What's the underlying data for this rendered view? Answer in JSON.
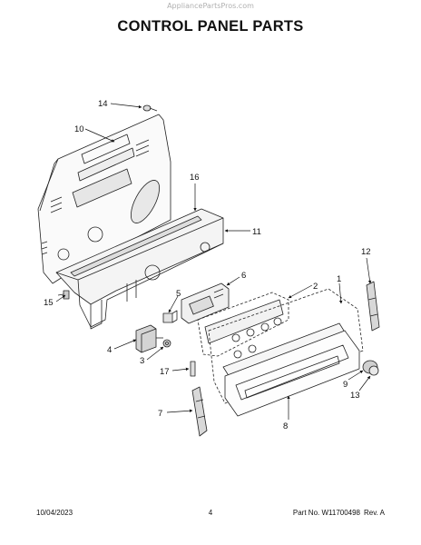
{
  "watermark": "AppliancePartsPros.com",
  "title": "CONTROL PANEL PARTS",
  "footer": {
    "date": "10/04/2023",
    "page": "4",
    "part_number": "Part No. W11700498",
    "revision": "Rev. A"
  },
  "callouts": [
    {
      "id": "1",
      "label": "1"
    },
    {
      "id": "2",
      "label": "2"
    },
    {
      "id": "3",
      "label": "3"
    },
    {
      "id": "4",
      "label": "4"
    },
    {
      "id": "5",
      "label": "5"
    },
    {
      "id": "6",
      "label": "6"
    },
    {
      "id": "7",
      "label": "7"
    },
    {
      "id": "8",
      "label": "8"
    },
    {
      "id": "9",
      "label": "9"
    },
    {
      "id": "10",
      "label": "10"
    },
    {
      "id": "11",
      "label": "11"
    },
    {
      "id": "12",
      "label": "12"
    },
    {
      "id": "13",
      "label": "13"
    },
    {
      "id": "14",
      "label": "14"
    },
    {
      "id": "15",
      "label": "15"
    },
    {
      "id": "16",
      "label": "16"
    },
    {
      "id": "17",
      "label": "17"
    }
  ]
}
